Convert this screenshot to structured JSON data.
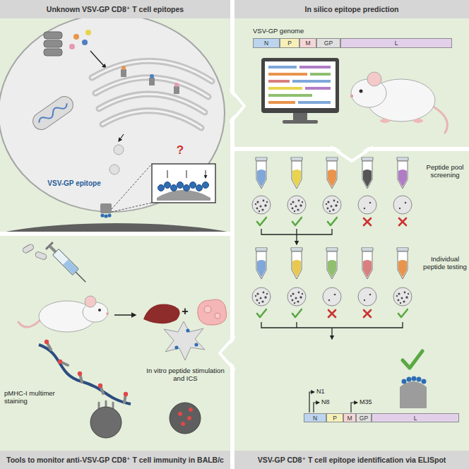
{
  "diagram": {
    "nodes": [
      {
        "text": [
          "Unknown VSV-GP CD8⁺ T cell epitopes"
        ]
      },
      {
        "text": [
          "In silico epitope prediction"
        ]
      },
      {
        "text": [
          "N"
        ],
        "in": 1
      },
      {
        "text": [
          "P"
        ],
        "in": 1
      },
      {
        "text": [
          "M"
        ],
        "in": 1
      },
      {
        "text": [
          "GP"
        ],
        "in": 1
      },
      {
        "text": [
          "L"
        ],
        "in": 1
      },
      {
        "text": [
          "Tools to monitor anti-VSV-GP CD8⁺ T cell immunity in BALB/c"
        ]
      },
      {
        "text": [
          "VSV-GP CD8⁺ T cell epitope identification via ELISpot"
        ]
      },
      {
        "text": [
          "N"
        ],
        "in": 8
      },
      {
        "text": [
          "P"
        ],
        "in": 8
      },
      {
        "text": [
          "M"
        ],
        "in": 8
      },
      {
        "text": [
          "GP"
        ],
        "in": 8
      },
      {
        "text": [
          "L"
        ],
        "in": 8
      }
    ],
    "labels": [
      "VSV-GP genome",
      "?",
      "VSV-GP epitope",
      "Peptide pool screening",
      "Individual peptide testing",
      "+",
      "pMHC-I multimer staining",
      "In vitro peptide stimulation and ICS",
      "N1",
      "N8",
      "M35"
    ]
  }
}
